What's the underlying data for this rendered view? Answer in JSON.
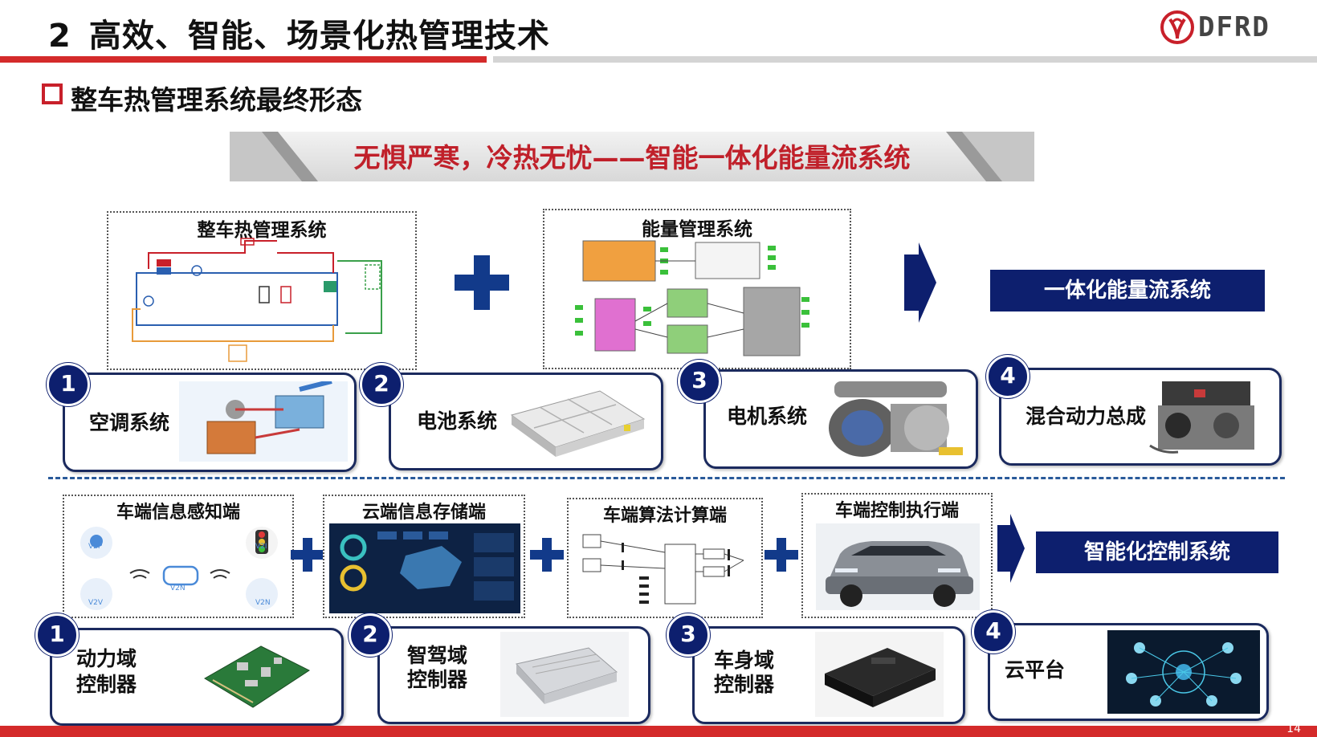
{
  "header": {
    "number": "2",
    "title": "高效、智能、场景化热管理技术",
    "logo_text": "DFRD"
  },
  "subtitle": "整车热管理系统最终形态",
  "banner": "无惧严寒，冷热无忧——智能一体化能量流系统",
  "top_row": {
    "panel_left_title": "整车热管理系统",
    "panel_right_title": "能量管理系统",
    "result_label": "一体化能量流系统",
    "cards": [
      {
        "num": "1",
        "label": "空调系统"
      },
      {
        "num": "2",
        "label": "电池系统"
      },
      {
        "num": "3",
        "label": "电机系统"
      },
      {
        "num": "4",
        "label": "混合动力总成"
      }
    ]
  },
  "bottom_row": {
    "panels": [
      {
        "title": "车端信息感知端"
      },
      {
        "title": "云端信息存储端"
      },
      {
        "title": "车端算法计算端"
      },
      {
        "title": "车端控制执行端"
      }
    ],
    "v2x_labels": [
      "V2P",
      "V2I",
      "V2N",
      "V2V",
      "V2N"
    ],
    "result_label": "智能化控制系统",
    "cards": [
      {
        "num": "1",
        "line1": "动力域",
        "line2": "控制器"
      },
      {
        "num": "2",
        "line1": "智驾域",
        "line2": "控制器"
      },
      {
        "num": "3",
        "line1": "车身域",
        "line2": "控制器"
      },
      {
        "num": "4",
        "line1": "云平台",
        "line2": ""
      }
    ]
  },
  "page_number": "14",
  "colors": {
    "accent_red": "#d42a2a",
    "navy": "#0d1f6e",
    "banner_text": "#c0202a"
  }
}
